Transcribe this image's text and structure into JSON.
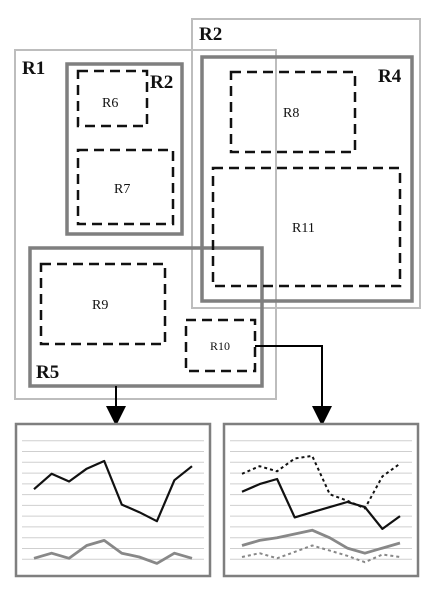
{
  "regions": {
    "r1_outer": "R1",
    "r2_outer": "R2",
    "r2_inner": "R2",
    "r4": "R4",
    "r5": "R5",
    "r6": "R6",
    "r7": "R7",
    "r8": "R8",
    "r9": "R9",
    "r10": "R10",
    "r11": "R11"
  },
  "colors": {
    "light_border": "#bdbdbd",
    "thick_border": "#7f7f7f",
    "dashed": "#111111",
    "arrow": "#000000",
    "grid": "#cfcfcf",
    "series_dark": "#111111",
    "series_gray": "#888888"
  },
  "chart_data": [
    {
      "type": "line",
      "series": [
        {
          "values": [
            6.0,
            7.2,
            6.6,
            7.6,
            8.2,
            4.8,
            4.2,
            3.5,
            6.7,
            7.8
          ]
        },
        {
          "values": [
            0.6,
            1.0,
            0.6,
            1.6,
            2.0,
            1.0,
            0.7,
            0.2,
            1.0,
            0.6
          ]
        }
      ],
      "xlabel": "",
      "ylabel": ""
    },
    {
      "type": "line",
      "series": [
        {
          "values": [
            7.2,
            7.8,
            7.4,
            8.4,
            8.6,
            5.6,
            5.1,
            4.5,
            7.0,
            8.0
          ]
        },
        {
          "values": [
            5.8,
            6.4,
            6.8,
            3.8,
            4.2,
            4.6,
            5.0,
            4.6,
            2.9,
            3.9
          ]
        },
        {
          "values": [
            1.6,
            2.0,
            2.2,
            2.5,
            2.8,
            2.2,
            1.4,
            1.0,
            1.4,
            1.8
          ]
        },
        {
          "values": [
            0.7,
            1.0,
            0.6,
            1.1,
            1.6,
            1.2,
            0.8,
            0.3,
            0.9,
            0.7
          ]
        }
      ],
      "xlabel": "",
      "ylabel": ""
    }
  ]
}
